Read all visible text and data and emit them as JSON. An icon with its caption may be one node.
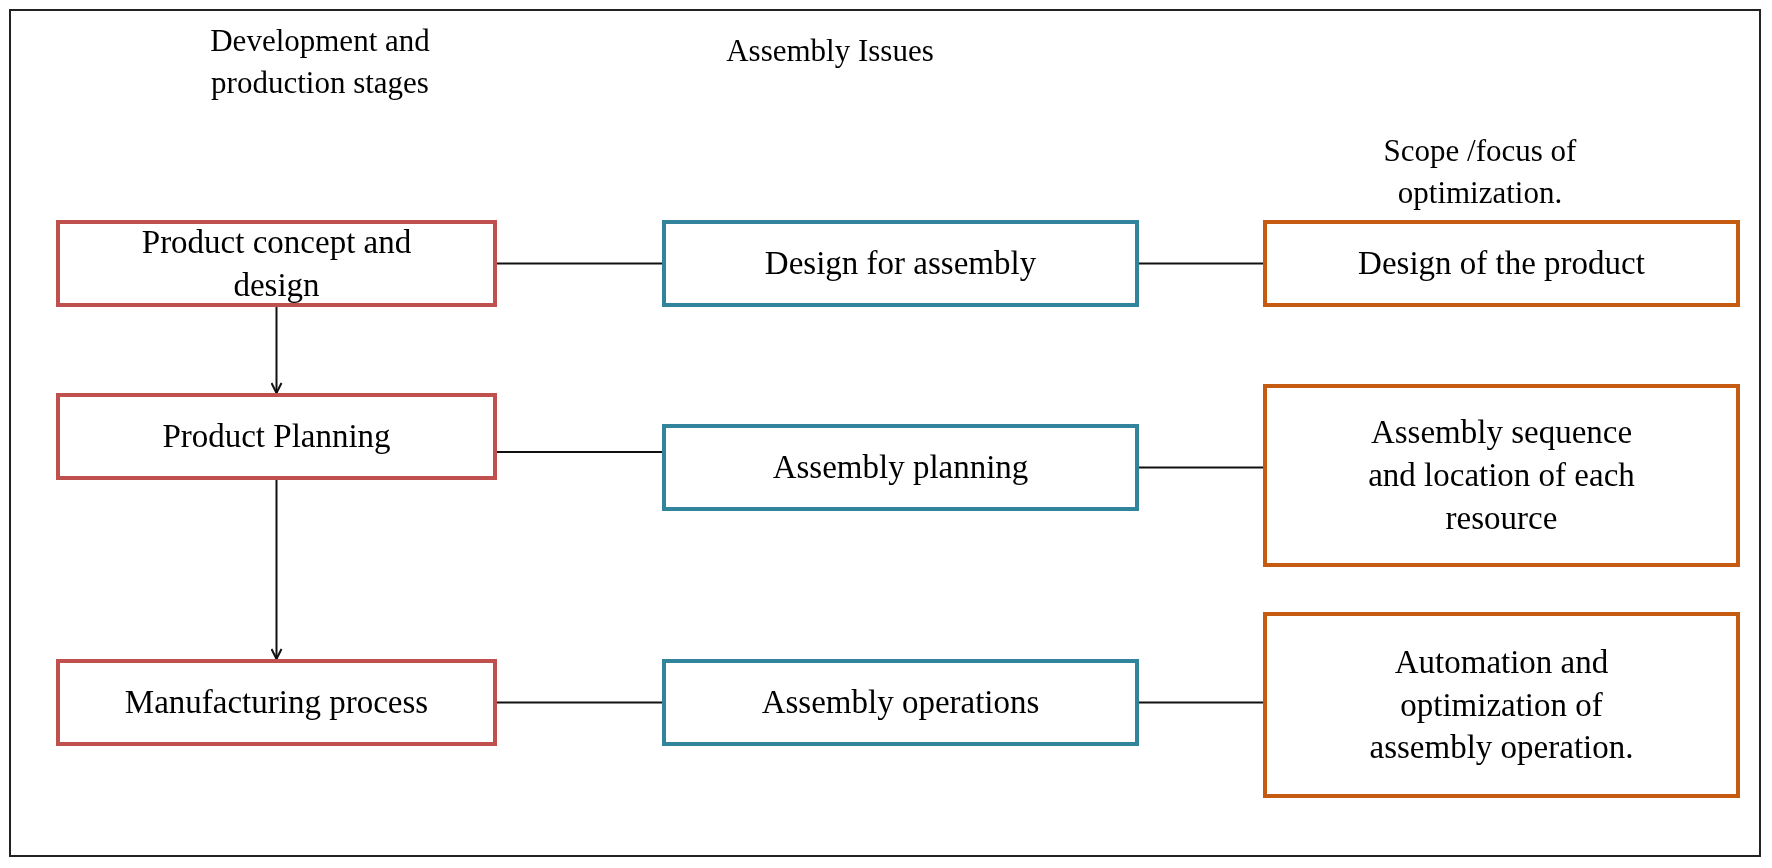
{
  "diagram": {
    "nodes": [
      {
        "text": [
          "Product concept and design"
        ]
      },
      {
        "text": [
          "Design for assembly"
        ]
      },
      {
        "text": [
          "Design of the product"
        ]
      },
      {
        "text": [
          "Product Planning"
        ]
      },
      {
        "text": [
          "Assembly planning"
        ]
      },
      {
        "text": [
          "Assembly sequence and location of each resource"
        ]
      },
      {
        "text": [
          "Manufacturing process"
        ]
      },
      {
        "text": [
          "Assembly operations"
        ]
      },
      {
        "text": [
          "Automation and optimization of assembly operation."
        ]
      }
    ],
    "edges": [
      {
        "from": 0,
        "to": 1,
        "arrow": "none"
      },
      {
        "from": 1,
        "to": 2,
        "arrow": "none"
      },
      {
        "from": 3,
        "to": 4,
        "arrow": "none"
      },
      {
        "from": 4,
        "to": 5,
        "arrow": "none"
      },
      {
        "from": 6,
        "to": 7,
        "arrow": "none"
      },
      {
        "from": 7,
        "to": 8,
        "arrow": "none"
      },
      {
        "from": 0,
        "to": 3,
        "arrow": "to"
      },
      {
        "from": 3,
        "to": 6,
        "arrow": "to"
      }
    ],
    "labels": [
      "Development and production stages",
      "Assembly Issues",
      "Scope /focus of optimization."
    ]
  }
}
